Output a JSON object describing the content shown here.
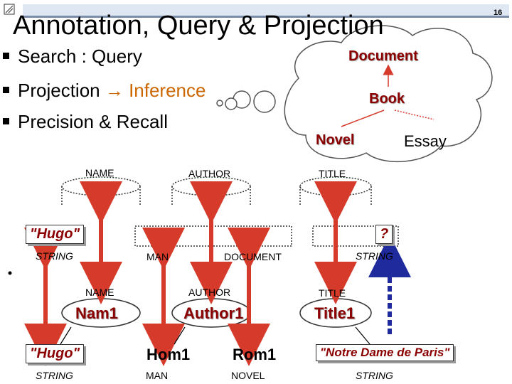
{
  "page": {
    "title": "Annotation, Query & Projection",
    "page_number": "16",
    "bullets": [
      {
        "text": "Search : Query"
      },
      {
        "lead": "Projection ",
        "arrow": "→",
        "tail": " Inference"
      },
      {
        "text": "Precision & Recall"
      }
    ]
  },
  "cloud": {
    "document": "Document",
    "book": "Book",
    "novel": "Novel",
    "essay": "Essay"
  },
  "schema": {
    "name_label": "NAME",
    "author_label": "AUTHOR",
    "title_label": "TITLE",
    "hugo_box": "\"Hugo\"",
    "question_box": "?",
    "string_label_left": "STRING",
    "man_label": "MAN",
    "document_label": "DOCUMENT",
    "string_label_right": "STRING"
  },
  "instance": {
    "name_label": "NAME",
    "author_label": "AUTHOR",
    "title_label": "TITLE",
    "nam1": "Nam1",
    "author1": "Author1",
    "title1": "Title1",
    "hugo_box": "\"Hugo\"",
    "hom1": "Hom1",
    "rom1": "Rom1",
    "notre_dame_box": "\"Notre Dame de Paris\"",
    "string_left": "STRING",
    "man": "MAN",
    "novel": "NOVEL",
    "string_right": "STRING"
  },
  "colors": {
    "arrow_red": "#d63a2a",
    "arrow_blue": "#1f2a9c",
    "text_dark_red": "#8b0000",
    "cloud_stroke": "#555555"
  },
  "icons": {
    "logo": "slide-logo-icon"
  }
}
